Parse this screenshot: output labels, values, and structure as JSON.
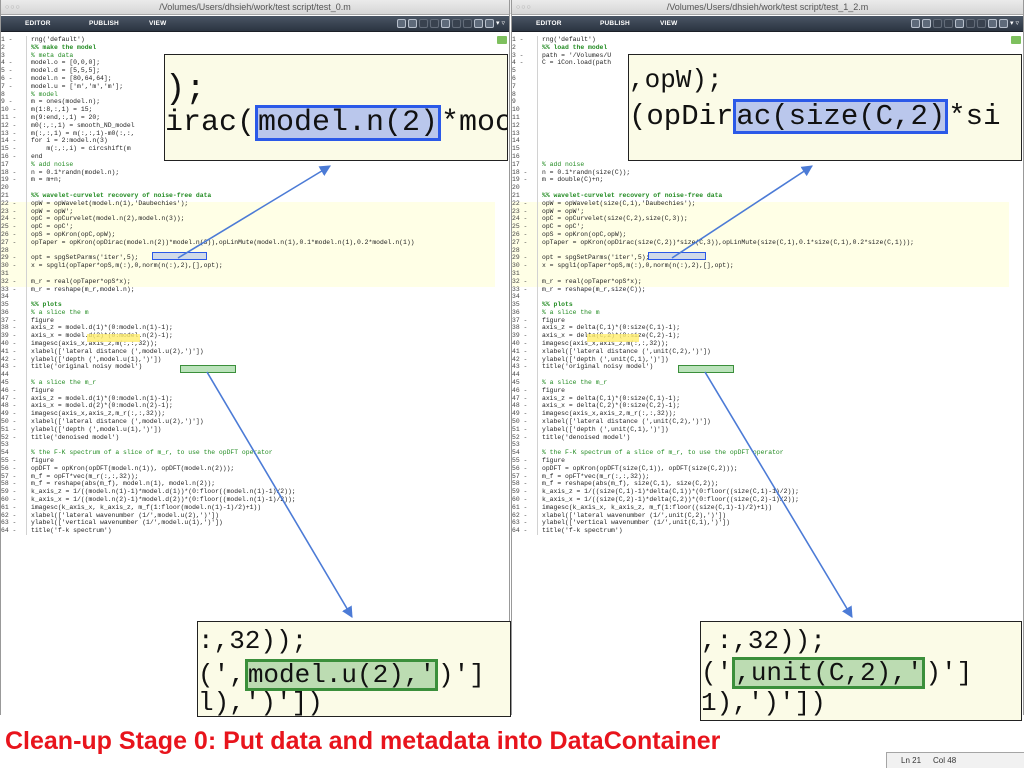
{
  "editor_left": {
    "title": "/Volumes/Users/dhsieh/work/test script/test_0.m",
    "tabs": [
      "EDITOR",
      "PUBLISH",
      "VIEW"
    ],
    "line_numbers": [
      "1 -",
      "2",
      "3",
      "4 -",
      "5 -",
      "6 -",
      "7 -",
      "8",
      "9 -",
      "10 -",
      "11 -",
      "12 -",
      "13 -",
      "14 -",
      "15 -",
      "16 -",
      "17",
      "18 -",
      "19 -",
      "20",
      "21",
      "22 -",
      "23 -",
      "24 -",
      "25 -",
      "26 -",
      "27 -",
      "28",
      "29 -",
      "30 -",
      "31",
      "32 -",
      "33 -",
      "34",
      "35",
      "36",
      "37 -",
      "38 -",
      "39 -",
      "40 -",
      "41 -",
      "42 -",
      "43 -",
      "44",
      "45",
      "46 -",
      "47 -",
      "48 -",
      "49 -",
      "50 -",
      "51 -",
      "52 -",
      "53",
      "54",
      "55 -",
      "56 -",
      "57 -",
      "58 -",
      "59 -",
      "60 -",
      "61 -",
      "62 -",
      "63 -",
      "64 -"
    ],
    "lines": [
      "rng('default')",
      "%% make the model",
      "% meta data",
      "model.o = [0,0,0];",
      "model.d = [5,5,5];",
      "model.n = [80,64,64];",
      "model.u = ['m','m','m'];",
      "% model",
      "m = ones(model.n);",
      "m(1:8,:,1) = 15;",
      "m(9:end,:,1) = 20;",
      "m0(:,:,1) = smooth_ND_model",
      "m(:,:,1) = m(:,:,1)-m0(:,:,",
      "for i = 2:model.n(3)",
      "    m(:,:,i) = circshift(m",
      "end",
      "% add noise",
      "n = 0.1*randn(model.n);",
      "m = m+n;",
      "",
      "%% wavelet-curvelet recovery of noise-free data",
      "opW = opWavelet(model.n(1),'Daubechies');",
      "opW = opW';",
      "opC = opCurvelet(model.n(2),model.n(3));",
      "opC = opC';",
      "opS = opKron(opC,opW);",
      "opTaper = opKron(opDirac(model.n(2))*model.n(3)),opLinMute(model.n(1),0.1*model.n(1),0.2*model.n(1))",
      "",
      "opt = spgSetParms('iter',5);",
      "x = spgl1(opTaper*opS,m(:),0,norm(n(:),2),[],opt);",
      "",
      "m_r = real(opTaper*opS*x);",
      "m_r = reshape(m_r,model.n);",
      "",
      "%% plots",
      "% a slice the m",
      "figure",
      "axis_z = model.d(1)*(0:model.n(1)-1);",
      "axis_x = model.d(2)*(0:model.n(2)-1);",
      "imagesc(axis_x,axis_z,m(:,:,32));",
      "xlabel(['lateral distance (',model.u(2),')'])",
      "ylabel(['depth (',model.u(1),')'])",
      "title('original noisy model')",
      "",
      "% a slice the m_r",
      "figure",
      "axis_z = model.d(1)*(0:model.n(1)-1);",
      "axis_x = model.d(2)*(0:model.n(2)-1);",
      "imagesc(axis_x,axis_z,m_r(:,:,32));",
      "xlabel(['lateral distance (',model.u(2),')'])",
      "ylabel(['depth (',model.u(1),')'])",
      "title('denoised model')",
      "",
      "% the F-K spectrum of a slice of m_r, to use the opDFT operator",
      "figure",
      "opDFT = opKron(opDFT(model.n(1)), opDFT(model.n(2)));",
      "m_f = opFT*vec(m_r(:,:,32));",
      "m_f = reshape(abs(m_f), model.n(1), model.n(2));",
      "k_axis_z = 1/((model.n(1)-1)*model.d(1))*(0:floor((model.n(1)-1)/2));",
      "k_axis_x = 1/((model.n(2)-1)*model.d(2))*(0:floor((model.n(1)-1)/2));",
      "imagesc(k_axis_x, k_axis_z, m_f(1:floor(model.n(1)-1)/2)+1))",
      "xlabel(['lateral wavenumber (1/',model.u(2),')'])",
      "ylabel(['vertical wavenumber (1/',model.u(1),')'])",
      "title('f-k spectrum')"
    ],
    "zoom_top": {
      "line1": ");",
      "line2_pre": "irac(",
      "line2_hl": "model.n(2)",
      "line2_post": "*moc"
    },
    "zoom_bottom": {
      "line1": ":,32));",
      "line2_pre": "(',",
      "line2_hl": "model.u(2),'",
      "line2_post": ")']",
      "line3": "l),')'])"
    }
  },
  "editor_right": {
    "title": "/Volumes/Users/dhsieh/work/test script/test_1_2.m",
    "tabs": [
      "EDITOR",
      "PUBLISH",
      "VIEW"
    ],
    "line_numbers": [
      "1 -",
      "2",
      "3 -",
      "4 -",
      "5",
      "6",
      "7",
      "8",
      "9",
      "10",
      "11",
      "12",
      "13",
      "14",
      "15",
      "16",
      "17",
      "18 -",
      "19 -",
      "20",
      "21",
      "22 -",
      "23 -",
      "24 -",
      "25 -",
      "26 -",
      "27 -",
      "28",
      "29 -",
      "30 -",
      "31",
      "32 -",
      "33 -",
      "34",
      "35",
      "36",
      "37 -",
      "38 -",
      "39 -",
      "40 -",
      "41 -",
      "42 -",
      "43 -",
      "44",
      "45",
      "46 -",
      "47 -",
      "48 -",
      "49 -",
      "50 -",
      "51 -",
      "52 -",
      "53",
      "54",
      "55 -",
      "56 -",
      "57 -",
      "58 -",
      "59 -",
      "60 -",
      "61 -",
      "62 -",
      "63 -",
      "64 -"
    ],
    "lines": [
      "rng('default')",
      "%% load the model",
      "path = '/Volumes/U",
      "C = iCon.load(path",
      "",
      "",
      "",
      "",
      "",
      "",
      "",
      "",
      "",
      "",
      "",
      "",
      "% add noise",
      "n = 0.1*randn(size(C));",
      "m = double(C)+n;",
      "",
      "%% wavelet-curvelet recovery of noise-free data",
      "opW = opWavelet(size(C,1),'Daubechies');",
      "opW = opW';",
      "opC = opCurvelet(size(C,2),size(C,3));",
      "opC = opC';",
      "opS = opKron(opC,opW);",
      "opTaper = opKron(opDirac(size(C,2))*size(C,3)),opLinMute(size(C,1),0.1*size(C,1),0.2*size(C,1)));",
      "",
      "opt = spgSetParms('iter',5);",
      "x = spgl1(opTaper*opS,m(:),0,norm(n(:),2),[],opt);",
      "",
      "m_r = real(opTaper*opS*x);",
      "m_r = reshape(m_r,size(C));",
      "",
      "%% plots",
      "% a slice the m",
      "figure",
      "axis_z = delta(C,1)*(0:size(C,1)-1);",
      "axis_x = delta(C,2)*(0:size(C,2)-1);",
      "imagesc(axis_x,axis_z,m(:,:,32));",
      "xlabel(['lateral distance (',unit(C,2),')'])",
      "ylabel(['depth (',unit(C,1),')'])",
      "title('original noisy model')",
      "",
      "% a slice the m_r",
      "figure",
      "axis_z = delta(C,1)*(0:size(C,1)-1);",
      "axis_x = delta(C,2)*(0:size(C,2)-1);",
      "imagesc(axis_x,axis_z,m_r(:,:,32));",
      "xlabel(['lateral distance (',unit(C,2),')'])",
      "ylabel(['depth (',unit(C,1),')'])",
      "title('denoised model')",
      "",
      "% the F-K spectrum of a slice of m_r, to use the opDFT operator",
      "figure",
      "opDFT = opKron(opDFT(size(C,1)), opDFT(size(C,2)));",
      "m_f = opFT*vec(m_r(:,:,32));",
      "m_f = reshape(abs(m_f), size(C,1), size(C,2));",
      "k_axis_z = 1/((size(C,1)-1)*delta(C,1))*(0:floor((size(C,1)-1)/2));",
      "k_axis_x = 1/((size(C,2)-1)*delta(C,2))*(0:floor((size(C,2)-1)/2));",
      "imagesc(k_axis_x, k_axis_z, m_f(1:floor((size(C,1)-1)/2)+1))",
      "xlabel(['lateral wavenumber (1/',unit(C,2),')'])",
      "ylabel(['vertical wavenumber (1/',unit(C,1),')'])",
      "title('f-k spectrum')"
    ],
    "zoom_top": {
      "line1": ",opW);",
      "line2_pre": "(opDir",
      "line2_hl": "ac(size(C,2)",
      "line2_post": "*si"
    },
    "zoom_bottom": {
      "line1": ",:,32));",
      "line2_pre": "('",
      "line2_hl": ",unit(C,2),'",
      "line2_post": ")']",
      "line3": "1),')'])"
    }
  },
  "caption": "Clean-up Stage 0: Put data and metadata into DataContainer",
  "status_bar": {
    "ln": "Ln  21",
    "col": "Col  48"
  },
  "colors": {
    "blue_highlight": "#2b59e8",
    "green_highlight": "#3b8f3b",
    "caption": "#e8141c",
    "cell_bg": "#ffffe6",
    "toolbar": "#2f3947"
  },
  "icons": [
    "traffic-lights-icon",
    "refresh-icon",
    "toolbar-icon",
    "help-icon",
    "dropdown-icon"
  ]
}
